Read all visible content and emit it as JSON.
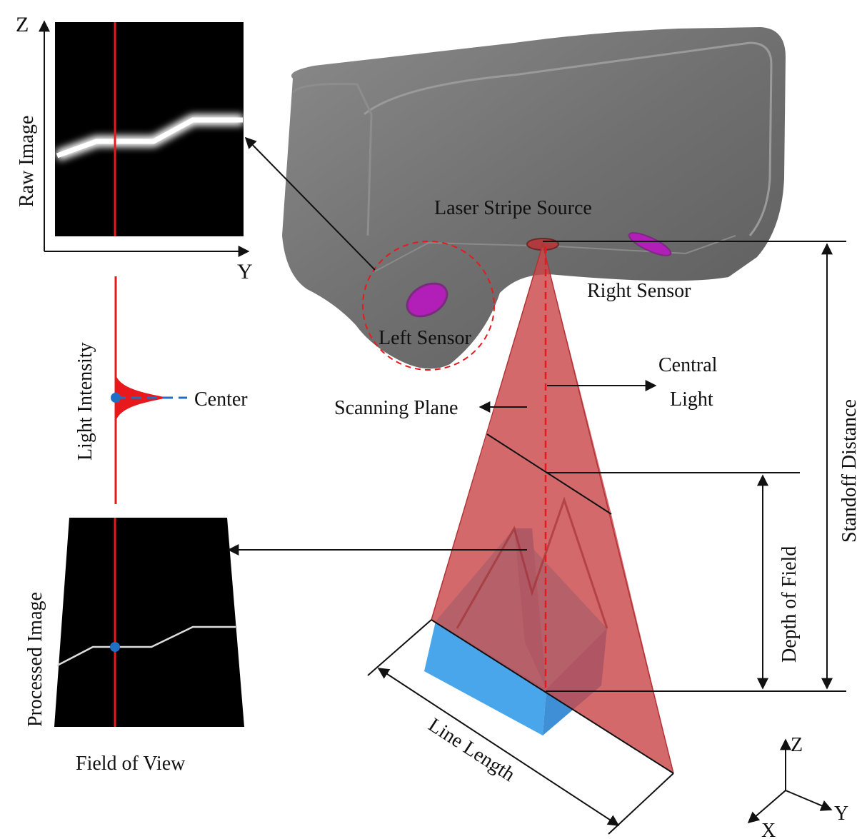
{
  "labels": {
    "z_axis": "Z",
    "y_axis": "Y",
    "raw_image": "Raw Image",
    "light_intensity": "Light Intensity",
    "center": "Center",
    "processed_image": "Processed Image",
    "field_of_view": "Field of View",
    "laser_stripe_source": "Laser Stripe Source",
    "right_sensor": "Right Sensor",
    "left_sensor": "Left Sensor",
    "central": "Central",
    "light": "Light",
    "scanning_plane": "Scanning Plane",
    "depth_of_field": "Depth of Field",
    "standoff_distance": "Standoff Distance",
    "line_length": "Line Length",
    "coord_z": "Z",
    "coord_y": "Y",
    "coord_x": "X"
  },
  "colors": {
    "laser_red": "#e8191c",
    "plane_fill": "#c9484b",
    "scanner_gray": "#6f6f6f",
    "sensor_magenta": "#b21fb8",
    "object_cyan": "#5fd0f5",
    "object_blue": "#4aa6ea",
    "center_dot": "#1f6fc4"
  }
}
